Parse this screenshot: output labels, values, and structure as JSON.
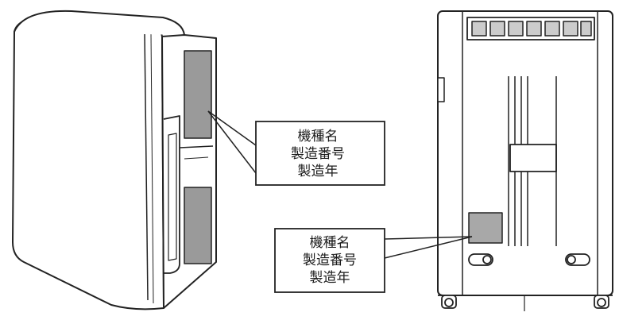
{
  "callouts": [
    {
      "lines": [
        "機種名",
        "製造番号",
        "製造年"
      ]
    },
    {
      "lines": [
        "機種名",
        "製造番号",
        "製造年"
      ]
    }
  ],
  "colors": {
    "outline": "#222222",
    "label_patch": "#a8a8a8",
    "vent_grille": "#9a9a9a",
    "shadow": "#b9b9b9"
  }
}
